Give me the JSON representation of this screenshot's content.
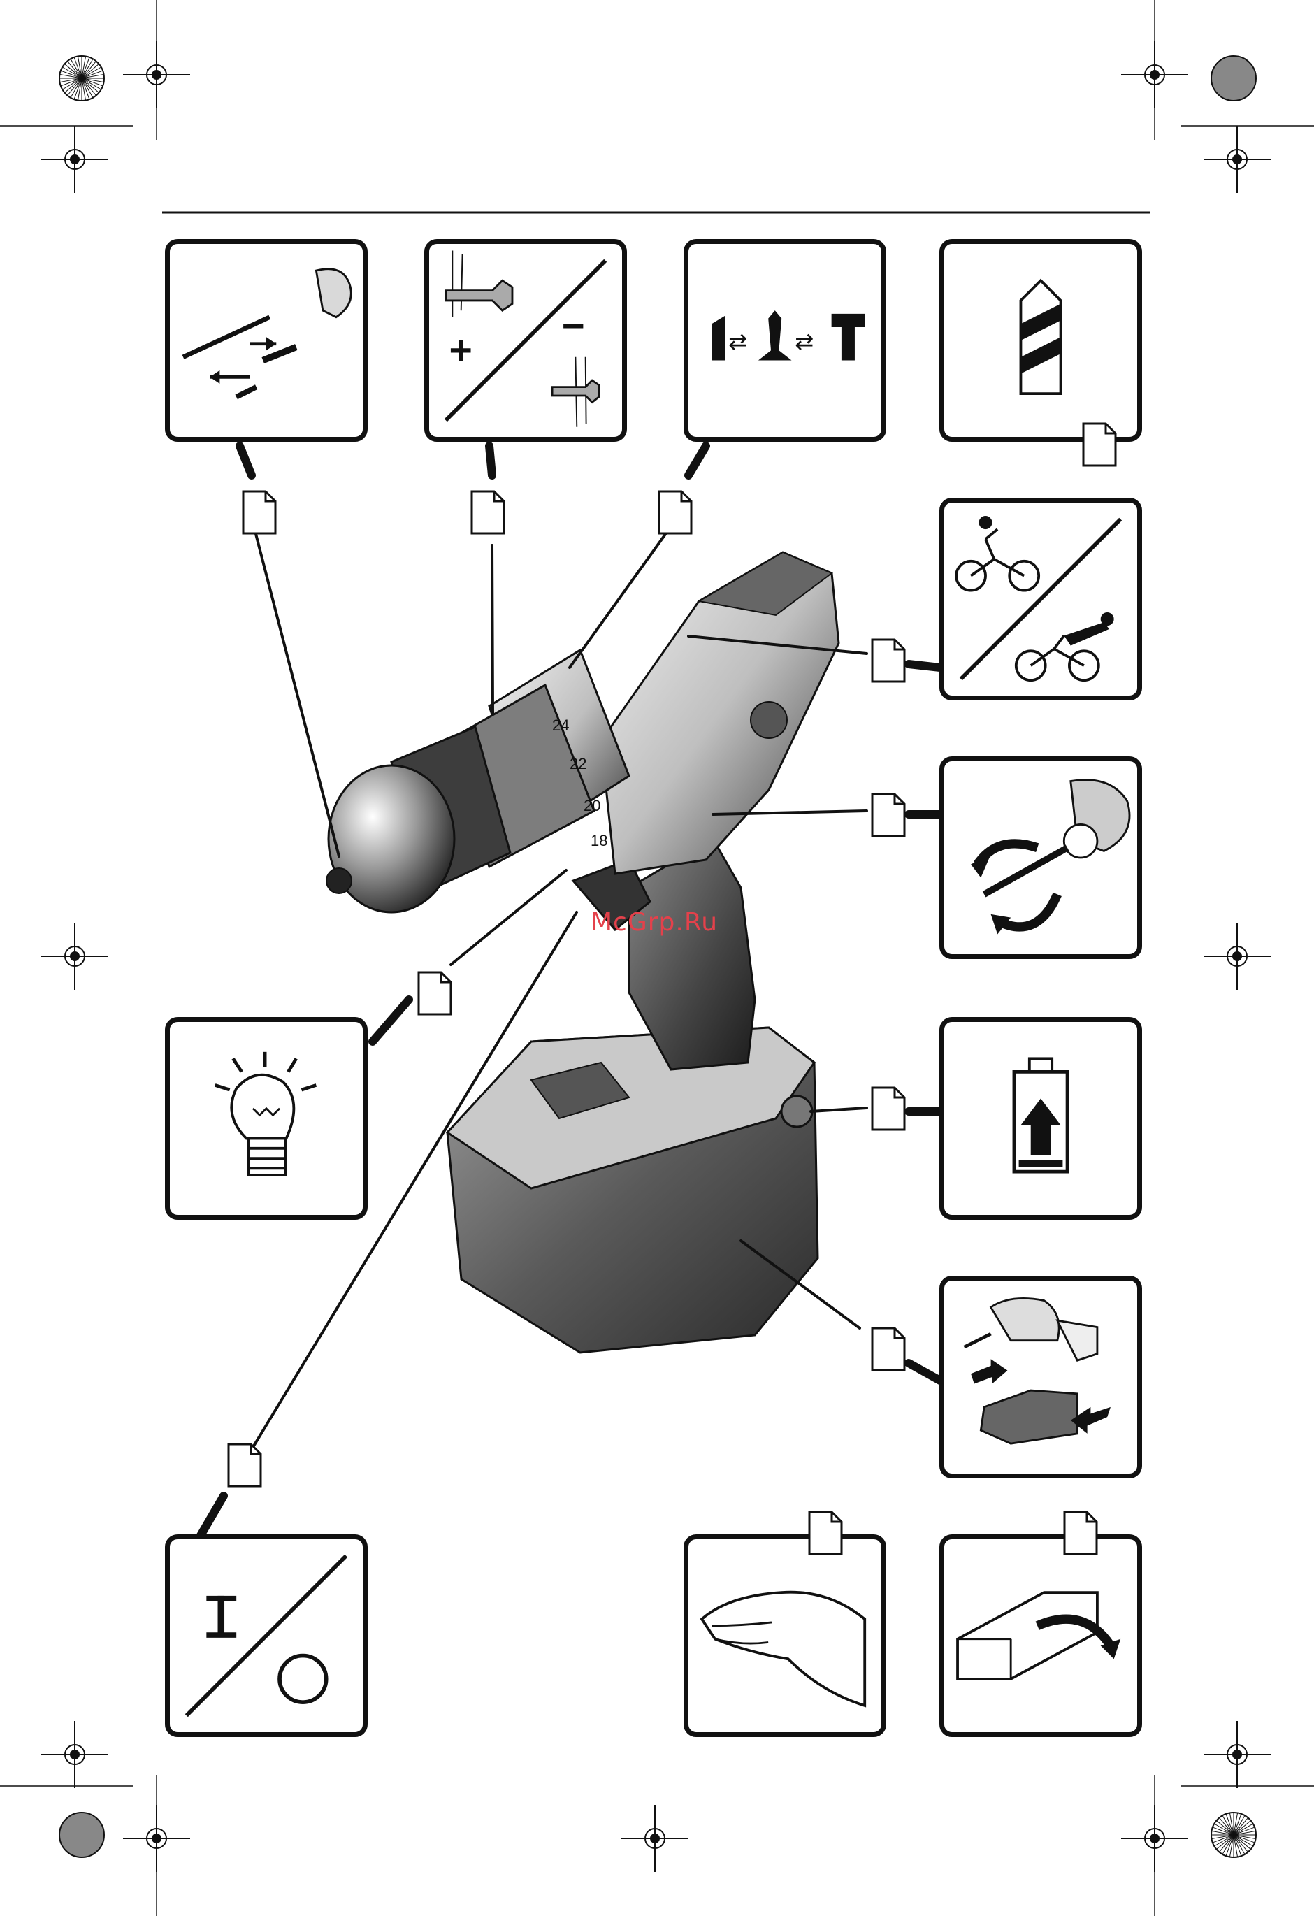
{
  "watermark": "McGrp.Ru",
  "chuck_numbers": [
    "18",
    "20",
    "22",
    "24"
  ],
  "panels": {
    "mode": {
      "symbols": "⇄"
    },
    "light": {},
    "battery": {}
  },
  "icons": [
    "bit-change-icon",
    "torque-plus-minus-icon",
    "mode-select-icon",
    "drill-bit-icon",
    "speed-gear-icon",
    "rotation-direction-icon",
    "work-light-icon",
    "battery-charge-icon",
    "battery-removal-icon",
    "on-off-switch-icon",
    "hand-grip-icon",
    "unpack-icon",
    "document-icon"
  ]
}
